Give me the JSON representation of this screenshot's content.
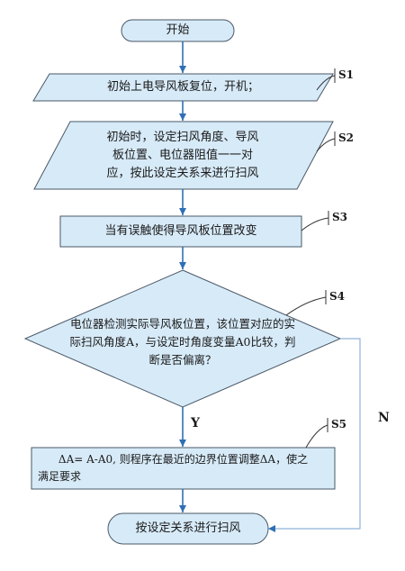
{
  "nodes": {
    "start": "开始",
    "s1": "初始上电导风板复位，开机；",
    "s2_l1": "初始时，设定扫风角度、导风",
    "s2_l2": "板位置、电位器阻值一一对",
    "s2_l3": "应，按此设定关系来进行扫风",
    "s3": "当有误触使得导风板位置改变",
    "s4_l1": "电位器检测实际导风板位置，该位置对应的实",
    "s4_l2": "际扫风角度A，与设定时角度变量A0比较，判",
    "s4_l3": "断是否偏离？",
    "s5_l1": "ΔA= A-A0, 则程序在最近的边界位置调整ΔA，使之",
    "s5_l2": "满足要求",
    "end": "按设定关系进行扫风"
  },
  "step_labels": {
    "s1": "S1",
    "s2": "S2",
    "s3": "S3",
    "s4": "S4",
    "s5": "S5"
  },
  "branch_labels": {
    "yes": "Y",
    "no": "N"
  },
  "colors": {
    "fill": "#d7eaf8",
    "stroke": "#4a5866",
    "arrow": "#2f6fb5",
    "no_line": "#8fb3d9"
  }
}
